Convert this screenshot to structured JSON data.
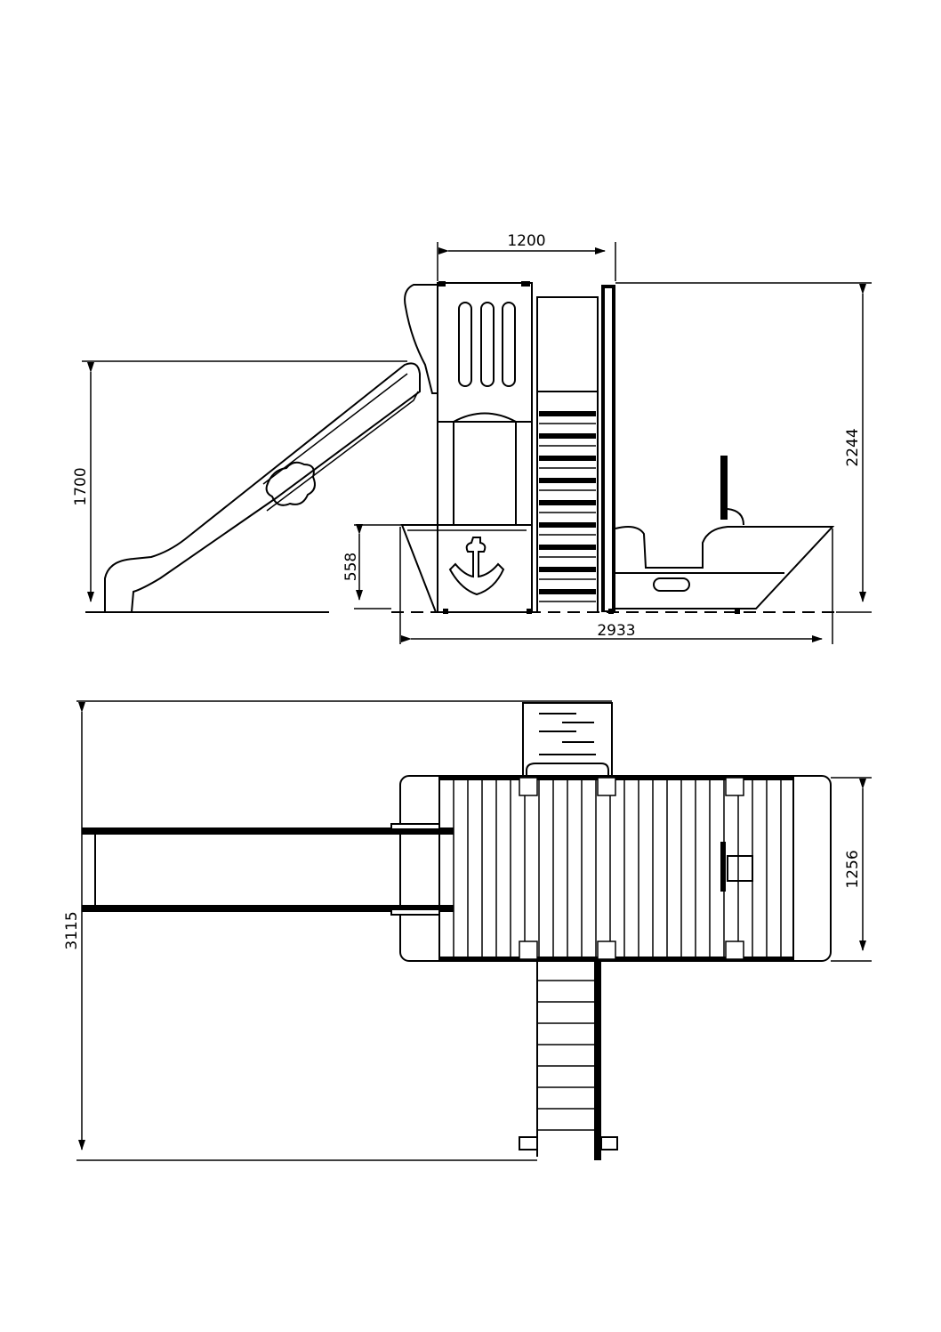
{
  "dimensions": {
    "width_top": "1200",
    "height_total": "2244",
    "slide_height": "1700",
    "hull_height": "558",
    "length_total": "2933",
    "length_plan": "3115",
    "depth_plan": "1256"
  },
  "colors": {
    "line": "#000000",
    "background": "#ffffff"
  },
  "icons": [
    "anchor-icon",
    "cloud-ornament-icon",
    "steering-wheel-icon"
  ]
}
